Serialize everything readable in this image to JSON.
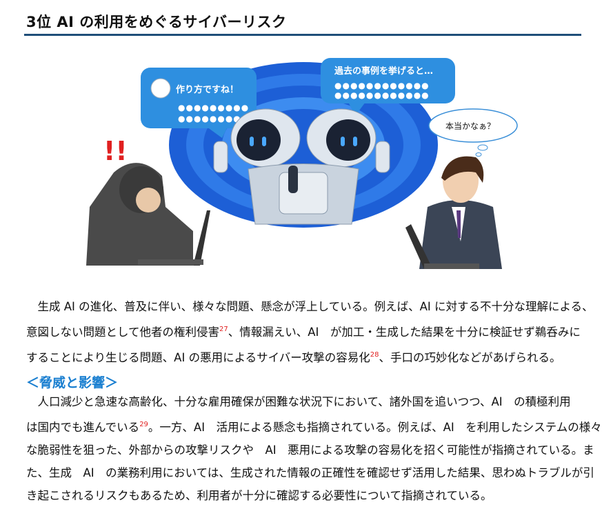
{
  "title": "3位 AI の利用をめぐるサイバーリスク",
  "illustration": {
    "bubble_left": "作り方ですね！",
    "bubble_right": "過去の事例を挙げると…",
    "thought": "本当かなぁ？",
    "alarm": "!!"
  },
  "intro": {
    "line1": "　生成 AI の進化、普及に伴い、様々な問題、懸念が浮上している。例えば、AI に対する不十分な理解による、",
    "line2a": "意図しない問題として他者の権利侵害",
    "fn27": "27",
    "line2b": "、情報漏えい、AI　が加工・生成した結果を十分に検証せず鵜呑みに",
    "line3a": "することにより生じる問題、AI の悪用によるサイバー攻撃の容易化",
    "fn28": "28",
    "line3b": "、手口の巧妙化などがあげられる。"
  },
  "section": {
    "heading": "＜脅威と影響＞",
    "line1": "　人口減少と急速な高齢化、十分な雇用確保が困難な状況下において、諸外国を追いつつ、AI　の積極利用",
    "line2a": "は国内でも進んでいる",
    "fn29": "29",
    "line2b": "。一方、AI　活用による懸念も指摘されている。例えば、AI　を利用したシステムの様々",
    "line3": "な脆弱性を狙った、外部からの攻撃リスクや　AI　悪用による攻撃の容易化を招く可能性が指摘されている。ま",
    "line4": "た、生成　AI　の業務利用においては、生成された情報の正確性を確認せず活用した結果、思わぬトラブルが引",
    "line5": "き起こされるリスクもあるため、利用者が十分に確認する必要性について指摘されている。"
  }
}
